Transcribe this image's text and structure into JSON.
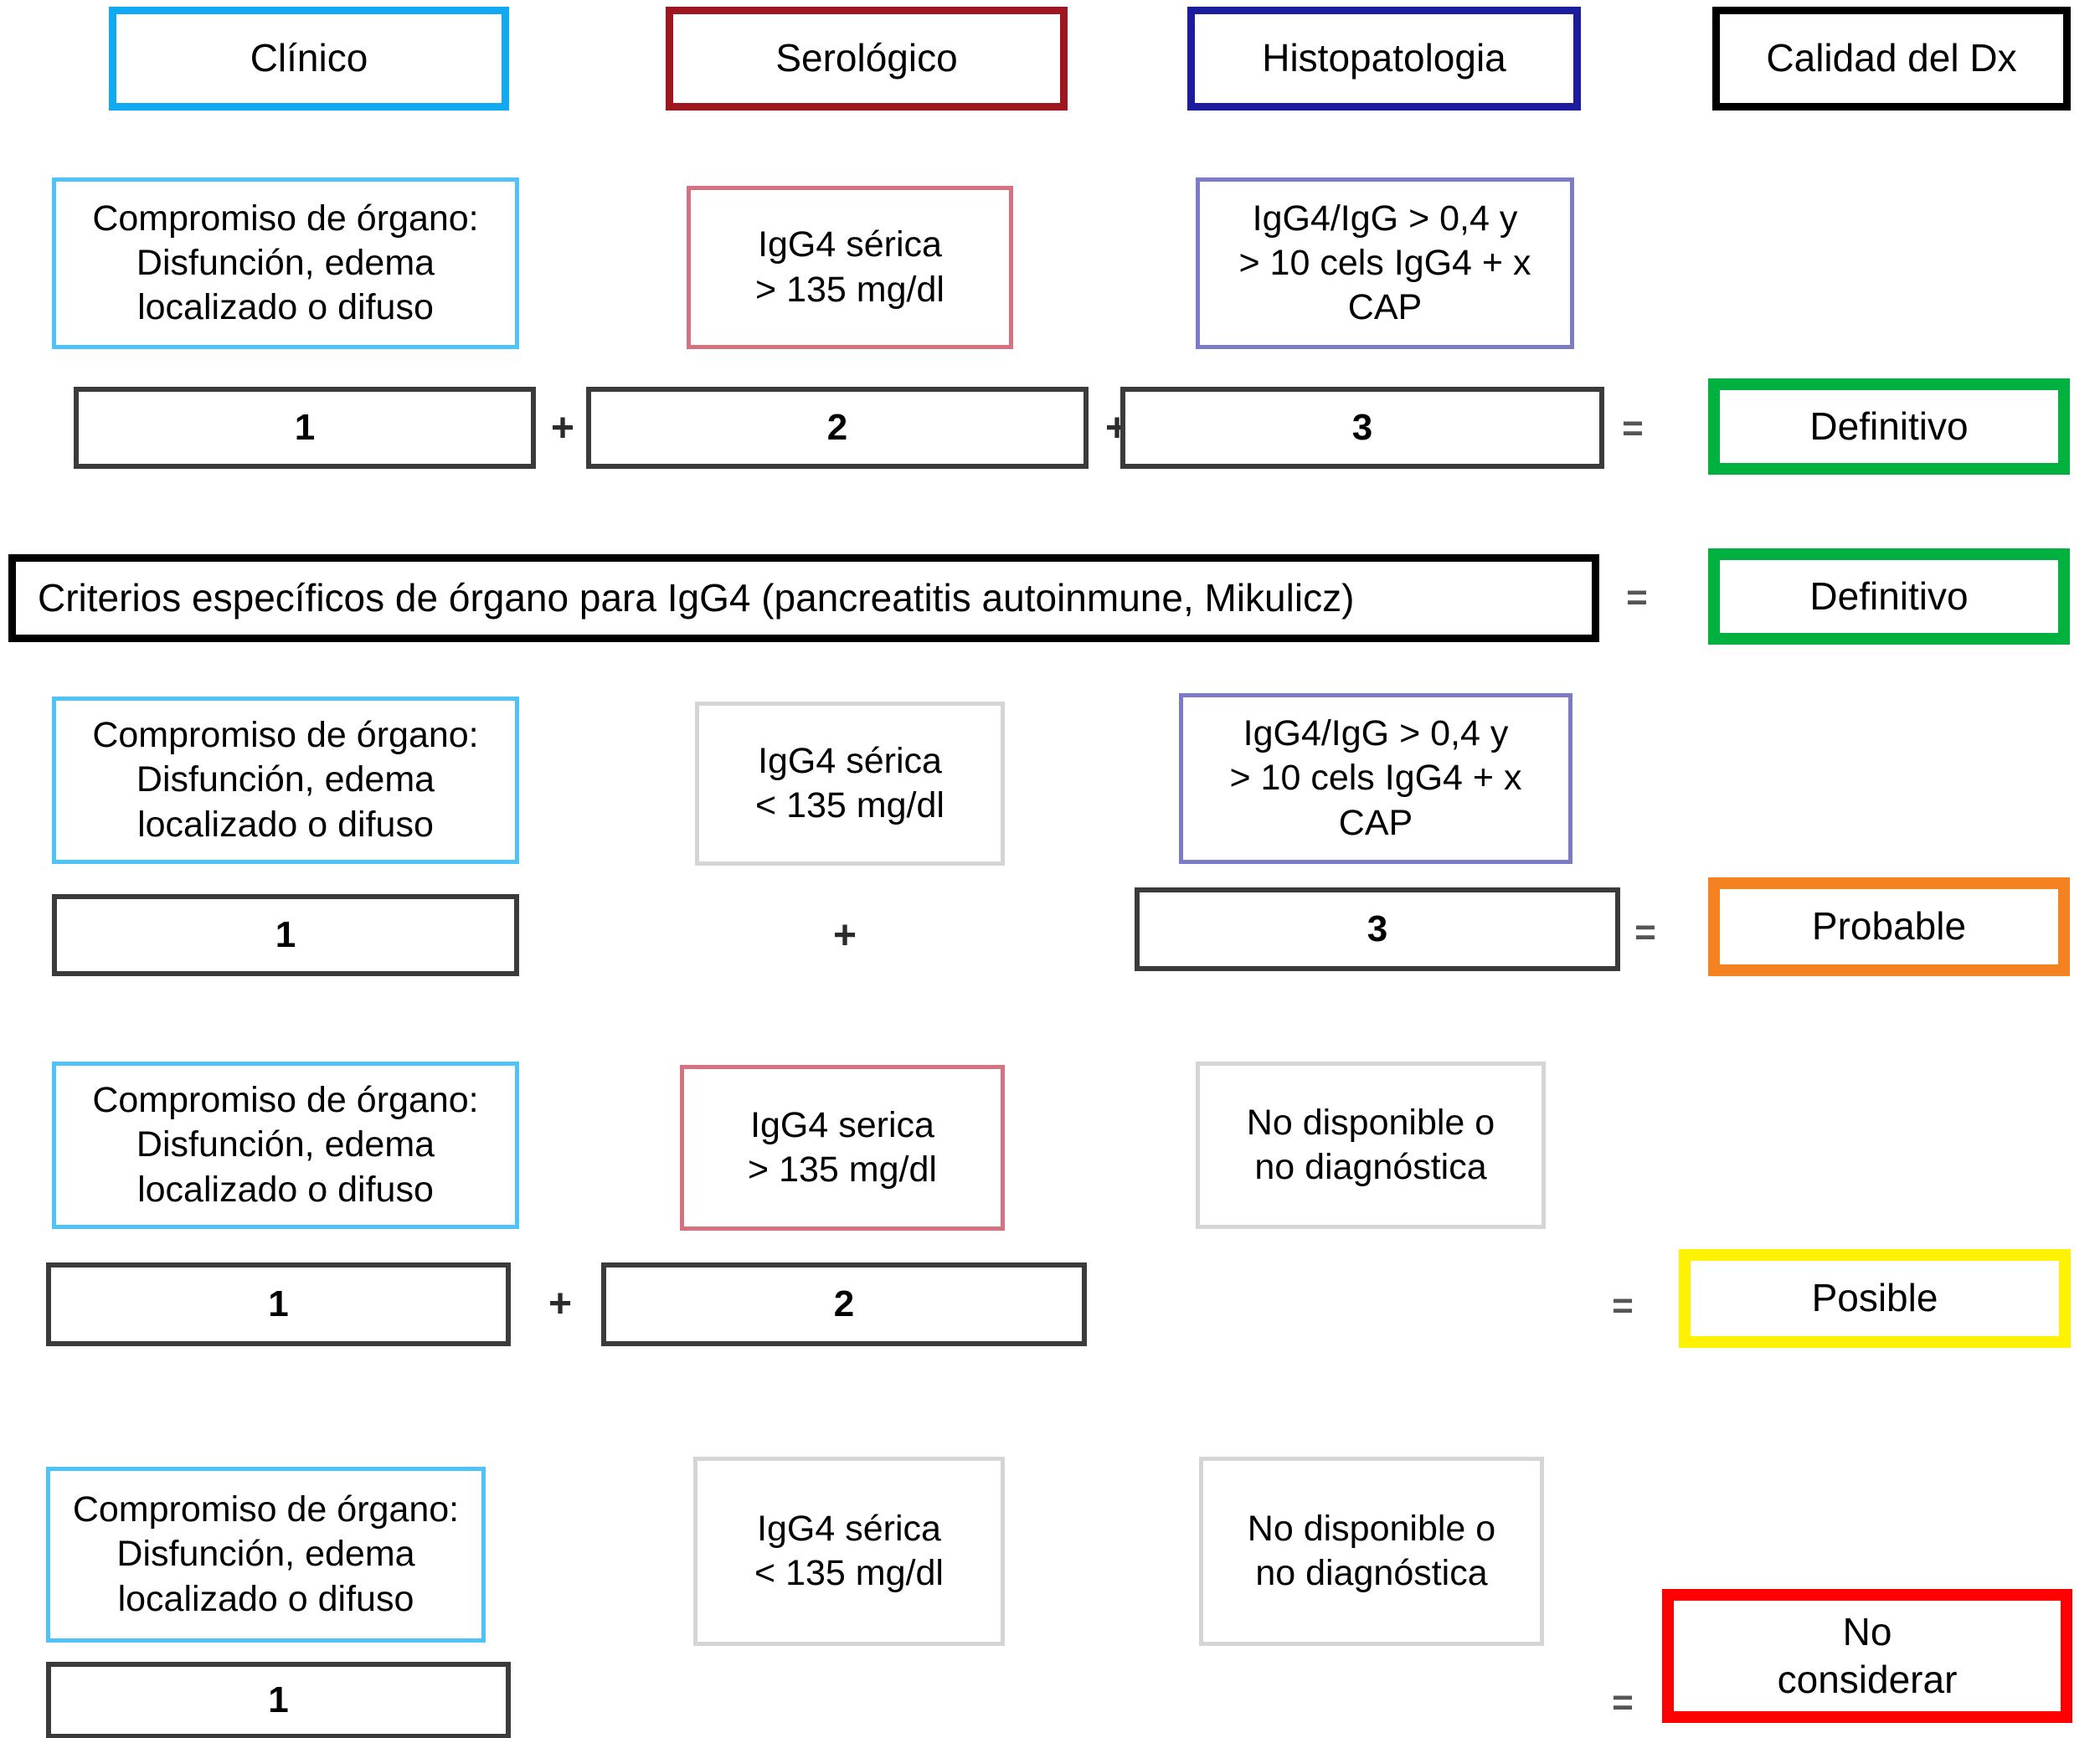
{
  "headers": [
    {
      "label": "Clínico",
      "color": "#11A9F0"
    },
    {
      "label": "Serológico",
      "color": "#9E1620"
    },
    {
      "label": "Histopatologia",
      "color": "#1C1C9C"
    },
    {
      "label": "Calidad del Dx",
      "color": "#000000"
    }
  ],
  "operators": {
    "plus": "+",
    "equals": "="
  },
  "clinical_text": "Compromiso de órgano:\nDisfunción, edema\nlocalizado o difuso",
  "rows": [
    {
      "id": "definitivo",
      "clinical": "Compromiso de órgano:\nDisfunción, edema\nlocalizado o difuso",
      "serology": "IgG4 sérica\n> 135 mg/dl",
      "histopathology": "IgG4/IgG > 0,4 y\n> 10 cels IgG4 + x\nCAP",
      "numbers": [
        "1",
        "2",
        "3"
      ],
      "result": "Definitivo",
      "result_color": "#00B140"
    },
    {
      "id": "criterios-organo",
      "wide_text": "Criterios específicos de órgano para IgG4 (pancreatitis autoinmune, Mikulicz)",
      "result": "Definitivo",
      "result_color": "#00B140"
    },
    {
      "id": "probable",
      "clinical": "Compromiso de órgano:\nDisfunción, edema\nlocalizado o difuso",
      "serology": "IgG4 sérica\n< 135 mg/dl",
      "histopathology": "IgG4/IgG > 0,4 y\n> 10 cels IgG4 + x\nCAP",
      "numbers": [
        "1",
        "3"
      ],
      "result": "Probable",
      "result_color": "#F58220"
    },
    {
      "id": "posible",
      "clinical": "Compromiso de órgano:\nDisfunción, edema\nlocalizado o difuso",
      "serology": "IgG4 serica\n> 135 mg/dl",
      "histopathology": "No disponible o\nno diagnóstica",
      "numbers": [
        "1",
        "2"
      ],
      "result": "Posible",
      "result_color": "#FFF200"
    },
    {
      "id": "no-considerar",
      "clinical": "Compromiso de órgano:\nDisfunción, edema\nlocalizado o difuso",
      "serology": "IgG4 sérica\n< 135 mg/dl",
      "histopathology": "No disponible o\nno diagnóstica",
      "numbers": [
        "1"
      ],
      "result": "No\nconsiderar",
      "result_color": "#FF0000"
    }
  ]
}
